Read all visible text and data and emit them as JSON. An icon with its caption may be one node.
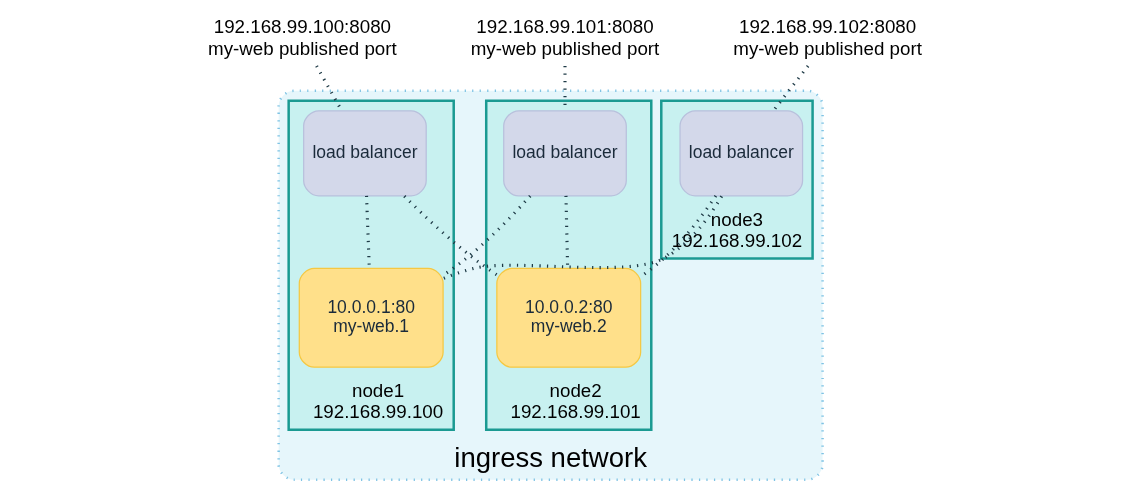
{
  "diagram": {
    "nodes": [
      {
        "text": [
          "192.168.99.100:8080",
          "my-web published port"
        ]
      },
      {
        "text": [
          "192.168.99.101:8080",
          "my-web published port"
        ]
      },
      {
        "text": [
          "192.168.99.102:8080",
          "my-web published port"
        ]
      },
      {
        "text": [
          "ingress network"
        ]
      },
      {
        "text": [
          "node1",
          "192.168.99.100"
        ],
        "in": 3
      },
      {
        "text": [
          "load balancer"
        ],
        "in": 4
      },
      {
        "text": [
          "10.0.0.1:80",
          "my-web.1"
        ],
        "in": 4
      },
      {
        "text": [
          "node2",
          "192.168.99.101"
        ],
        "in": 3
      },
      {
        "text": [
          "load balancer"
        ],
        "in": 7
      },
      {
        "text": [
          "10.0.0.2:80",
          "my-web.2"
        ],
        "in": 7
      },
      {
        "text": [
          "node3",
          "192.168.99.102"
        ],
        "in": 3
      },
      {
        "text": [
          "load balancer"
        ],
        "in": 10
      }
    ],
    "edges": [
      {
        "from": 0,
        "to": 5,
        "arrow": "none"
      },
      {
        "from": 1,
        "to": 8,
        "arrow": "none"
      },
      {
        "from": 2,
        "to": 11,
        "arrow": "none"
      },
      {
        "from": 5,
        "to": 6,
        "arrow": "none"
      },
      {
        "from": 5,
        "to": 9,
        "arrow": "none"
      },
      {
        "from": 8,
        "to": 6,
        "arrow": "none"
      },
      {
        "from": 8,
        "to": 9,
        "arrow": "none"
      },
      {
        "from": 11,
        "to": 6,
        "arrow": "none"
      },
      {
        "from": 11,
        "to": 9,
        "arrow": "none"
      }
    ]
  }
}
